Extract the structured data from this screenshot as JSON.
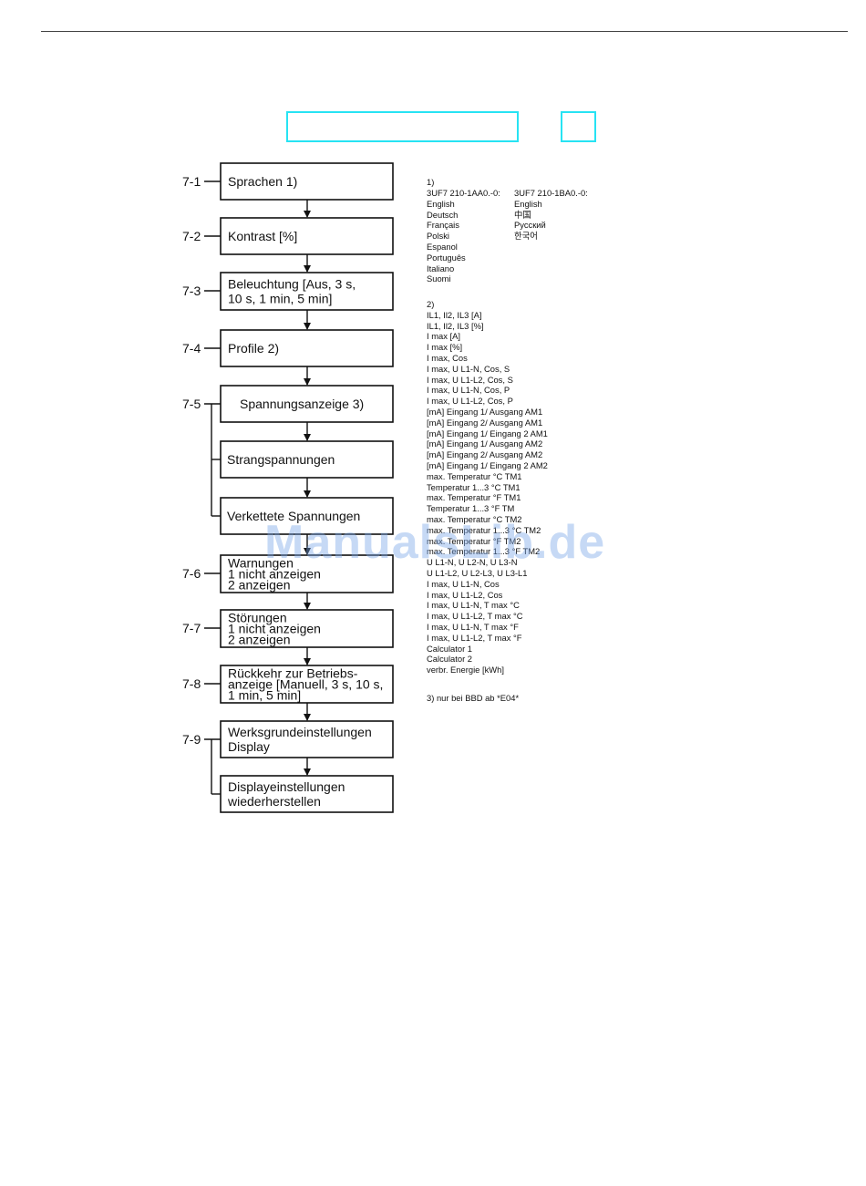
{
  "diagram": {
    "steps": [
      {
        "label": "7-1",
        "lines": [
          "Sprachen 1)"
        ]
      },
      {
        "label": "7-2",
        "lines": [
          "Kontrast [%]"
        ]
      },
      {
        "label": "7-3",
        "lines": [
          "Beleuchtung [Aus, 3 s,",
          "10 s, 1 min, 5 min]"
        ]
      },
      {
        "label": "7-4",
        "lines": [
          "Profile 2)"
        ]
      },
      {
        "label": "7-5",
        "lines": [
          "Spannungsanzeige 3)"
        ]
      },
      {
        "label": "",
        "lines": [
          "Strangspannungen"
        ]
      },
      {
        "label": "",
        "lines": [
          "Verkettete Spannungen"
        ]
      },
      {
        "label": "7-6",
        "lines": [
          "Warnungen",
          "1 nicht anzeigen",
          "2 anzeigen"
        ]
      },
      {
        "label": "7-7",
        "lines": [
          "Störungen",
          "1 nicht anzeigen",
          "2 anzeigen"
        ]
      },
      {
        "label": "7-8",
        "lines": [
          "Rückkehr zur Betriebs-",
          "anzeige [Manuell, 3 s, 10 s,",
          "1 min, 5 min]"
        ]
      },
      {
        "label": "7-9",
        "lines": [
          "Werksgrundeinstellungen",
          "Display"
        ]
      },
      {
        "label": "",
        "lines": [
          "Displayeinstellungen",
          "wiederherstellen"
        ]
      }
    ]
  },
  "notes": {
    "note1": {
      "marker": "1)",
      "col1_header": "3UF7 210-1AA0.-0:",
      "col1": [
        "English",
        "Deutsch",
        "Français",
        "Polski",
        "Espanol",
        "Português",
        "Italiano",
        "Suomi"
      ],
      "col2_header": "3UF7 210-1BA0.-0:",
      "col2": [
        "English",
        "中国",
        "Русский",
        "한국어"
      ]
    },
    "note2": {
      "marker": "2)",
      "items": [
        "IL1, Il2, IL3 [A]",
        "IL1, Il2, IL3 [%]",
        "I max [A]",
        "I max [%]",
        "I max, Cos",
        "I max, U L1-N, Cos, S",
        "I max, U L1-L2, Cos, S",
        "I max, U L1-N, Cos, P",
        "I max, U L1-L2, Cos, P",
        "[mA] Eingang 1/ Ausgang AM1",
        "[mA] Eingang 2/ Ausgang AM1",
        "[mA] Eingang 1/ Eingang 2 AM1",
        "[mA] Eingang 1/ Ausgang AM2",
        "[mA] Eingang 2/ Ausgang AM2",
        "[mA] Eingang 1/ Eingang 2 AM2",
        "max. Temperatur °C TM1",
        "Temperatur 1...3 °C TM1",
        "max. Temperatur °F TM1",
        "Temperatur 1...3 °F TM",
        "max. Temperatur °C TM2",
        "max. Temperatur 1...3 °C TM2",
        "max. Temperatur °F TM2",
        "max. Temperatur 1...3 °F TM2",
        "U L1-N, U L2-N, U L3-N",
        "U L1-L2, U L2-L3, U L3-L1",
        "I max, U L1-N, Cos",
        "I max, U L1-L2, Cos",
        "I max, U L1-N, T max °C",
        "I max, U L1-L2, T max °C",
        "I max, U L1-N, T max °F",
        "I max, U L1-L2, T max °F",
        "Calculator 1",
        "Calculator 2",
        "verbr. Energie [kWh]"
      ]
    },
    "note3": "3) nur bei BBD ab *E04*"
  },
  "watermark": "ManualsLib.de",
  "colors": {
    "highlight": "#27e3f3",
    "line": "#111111",
    "watermark": "#78a5e6"
  }
}
